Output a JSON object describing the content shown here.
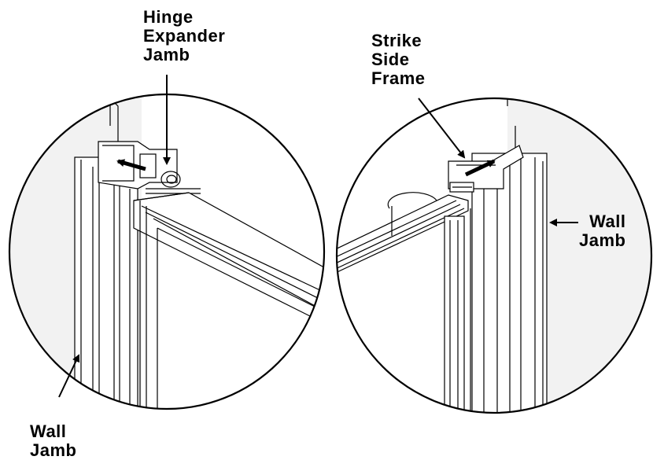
{
  "labels": {
    "hinge_expander_jamb": [
      "Hinge",
      "Expander",
      "Jamb"
    ],
    "strike_side_frame": [
      "Strike",
      "Side",
      "Frame"
    ],
    "wall_jamb_right": [
      "Wall",
      "Jamb"
    ],
    "wall_jamb_left": [
      "Wall",
      "Jamb"
    ]
  },
  "colors": {
    "line": "#000000",
    "background": "#ffffff",
    "wall_shade": "#eeeeee"
  }
}
